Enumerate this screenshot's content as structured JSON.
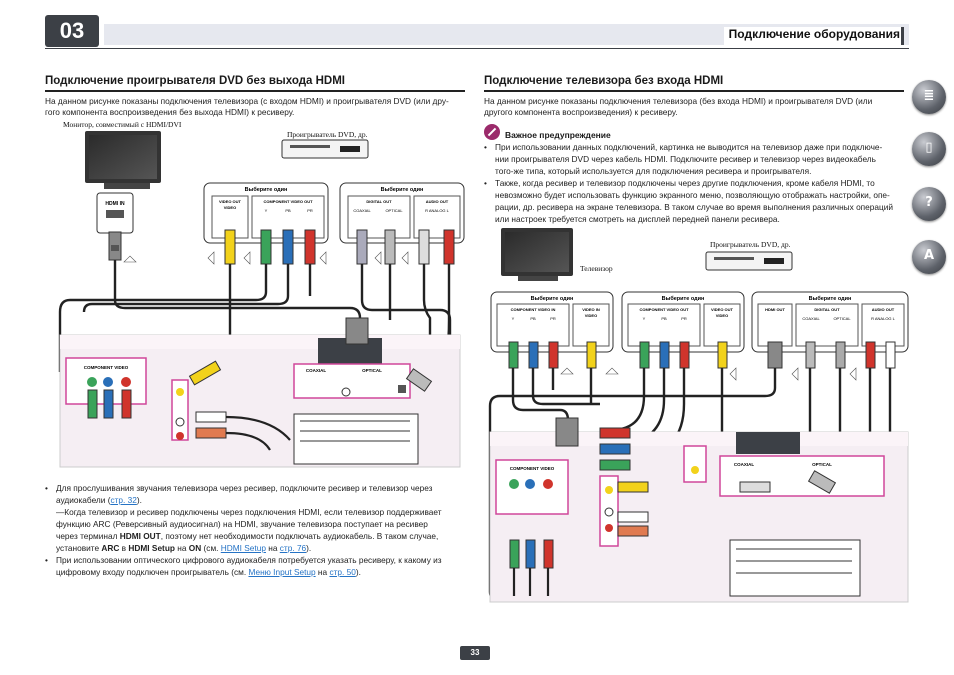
{
  "header": {
    "chapter": "03",
    "title": "Подключение оборудования"
  },
  "left_section": {
    "title": "Подключение проигрывателя DVD без выхода HDMI",
    "intro_line1": "На данном рисунке показаны подключения телевизора (с входом HDMI) и проигрывателя DVD (или дру-",
    "intro_line2": "гого компонента воспроизведения без выхода HDMI) к ресиверу.",
    "diagram": {
      "monitor_label": "Монитор, совместимый с HDMI/DVI",
      "player_label": "Проигрыватель DVD, др.",
      "choose_one_1": "Выберите один",
      "choose_one_2": "Выберите один",
      "video_out": "VIDEO OUT",
      "video": "VIDEO",
      "component_video_out": "COMPONENT VIDEO OUT",
      "y": "Y",
      "pb": "PB",
      "pr": "PR",
      "digital_out": "DIGITAL OUT",
      "coaxial": "COAXIAL",
      "optical": "OPTICAL",
      "audio_out": "AUDIO OUT",
      "r_analog_l": "R  ANALOG  L",
      "hdmi_in": "HDMI IN",
      "component_video": "COMPONENT VIDEO",
      "rear_coaxial": "COAXIAL",
      "rear_optical": "OPTICAL"
    },
    "notes": {
      "n1_line1": "Для прослушивания звучания телевизора через ресивер, подключите ресивер и телевизор через",
      "n1_line2_pre": "аудиокабели (",
      "n1_link": "стр. 32",
      "n1_line2_post": ").",
      "n2_line1": "—Когда телевизор и ресивер подключены через подключения HDMI, если телевизор поддерживает",
      "n2_line2": "функцию ARC (Реверсивный аудиосигнал) на HDMI, звучание телевизора поступает на ресивер",
      "n2_line3_pre": "через терминал ",
      "n2_line3_bold": "HDMI OUT",
      "n2_line3_post": ", поэтому нет необходимости подключать аудиокабель. В таком случае,",
      "n2_line4_a": "установите ",
      "n2_line4_b": "ARC",
      "n2_line4_c": " в ",
      "n2_line4_d": "HDMI Setup",
      "n2_line4_e": " на ",
      "n2_line4_f": "ON",
      "n2_line4_g": " (см. ",
      "n2_link1": "HDMI Setup",
      "n2_line4_h": " на ",
      "n2_link2": "стр. 76",
      "n2_line4_i": ").",
      "n3_line1": "При использовании оптического цифрового аудиокабеля потребуется указать ресиверу, к какому из",
      "n3_line2_pre": "цифровому входу подключен проигрыватель (см. ",
      "n3_link1": "Меню Input Setup",
      "n3_line2_mid": " на ",
      "n3_link2": "стр. 50",
      "n3_line2_post": ")."
    }
  },
  "right_section": {
    "title": "Подключение телевизора без входа HDMI",
    "intro_line1": "На данном рисунке показаны подключения телевизора (без входа HDMI) и проигрывателя DVD (или",
    "intro_line2": "другого компонента воспроизведения) к ресиверу.",
    "warning_title": "Важное предупреждение",
    "warnings": {
      "w1_line1": "При использовании данных подключений, картинка не выводится на телевизор даже при подключе-",
      "w1_line2": "нии проигрывателя DVD через кабель HDMI. Подключите ресивер и телевизор через видеокабель",
      "w1_line3": "того-же типа, который используется для подключения ресивера и проигрывателя.",
      "w2_line1": "Также, когда ресивер и телевизор подключены через другие подключения, кроме кабеля HDMI, то",
      "w2_line2": "невозможно будет использовать функцию экранного меню, позволяющую отображать настройки, опе-",
      "w2_line3": "рации, др. ресивера на экране телевизора. В таком случае во время выполнения различных операций",
      "w2_line4": "или настроек требуется смотреть на дисплей передней панели ресивера."
    },
    "diagram": {
      "tv_label": "Телевизор",
      "player_label": "Проигрыватель DVD, др.",
      "choose_one_1": "Выберите один",
      "choose_one_2": "Выберите один",
      "choose_one_3": "Выберите один",
      "component_video_in": "COMPONENT VIDEO IN",
      "video_in": "VIDEO IN",
      "video": "VIDEO",
      "component_video_out": "COMPONENT VIDEO OUT",
      "video_out": "VIDEO OUT",
      "hdmi_out": "HDMI OUT",
      "digital_out": "DIGITAL OUT",
      "coaxial": "COAXIAL",
      "optical": "OPTICAL",
      "audio_out": "AUDIO OUT",
      "r_analog_l": "R  ANALOG  L",
      "y": "Y",
      "pb": "PB",
      "pr": "PR",
      "component_video": "COMPONENT VIDEO",
      "rear_coaxial": "COAXIAL",
      "rear_optical": "OPTICAL"
    }
  },
  "sidebar_icons": [
    "book-icon",
    "remote-icon",
    "help-icon",
    "language-icon"
  ],
  "page_number": "33",
  "colors": {
    "header_dark": "#3c4046",
    "link": "#2573c5",
    "cable_yellow": "#f2d21b",
    "cable_green": "#3aa35a",
    "cable_blue": "#2a6fb8",
    "cable_red": "#d0342c",
    "highlight_pink": "#d0479a"
  }
}
